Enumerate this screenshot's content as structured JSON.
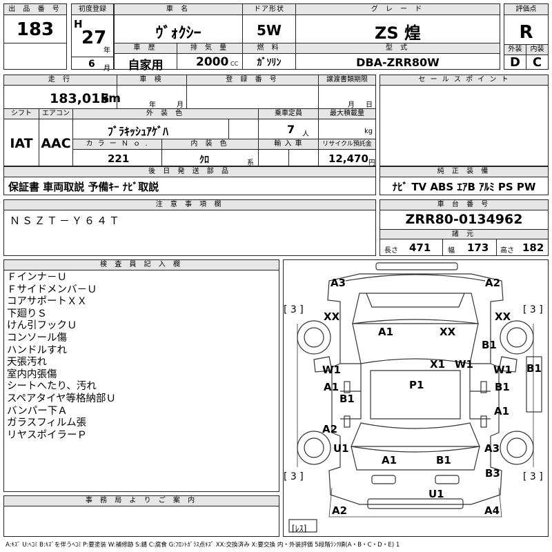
{
  "header": {
    "lot_label": "出 品 番 号",
    "lot_value": "183",
    "first_reg_label": "初度登録",
    "era": "H",
    "year": "27",
    "year_unit": "年",
    "month": "6",
    "month_unit": "月",
    "car_name_label": "車 名",
    "car_name": "ｳﾞｫｸｼｰ",
    "door_label": "ドア形状",
    "door": "5W",
    "grade_label": "グ レ ー ド",
    "grade": "ZS 煌",
    "score_label": "評価点",
    "score": "R",
    "history_label": "車 歴",
    "history": "自家用",
    "displacement_label": "排 気 量",
    "displacement": "2000",
    "displacement_unit": "CC",
    "fuel_label": "燃 料",
    "fuel": "ｶﾞｿﾘﾝ",
    "model_label": "型 式",
    "model": "DBA-ZRR80W",
    "exterior_label": "外装",
    "exterior": "D",
    "interior_label": "内装",
    "interior": "C"
  },
  "row2": {
    "mileage_label": "走 行",
    "mileage": "183,015",
    "mileage_unit": "km",
    "inspection_label": "車 検",
    "inspection_year": "年",
    "inspection_month": "月",
    "reg_no_label": "登 録 番 号",
    "transfer_label": "譲渡書類期限",
    "transfer_month": "月",
    "transfer_day": "日",
    "sales_label": "セ ー ル ス ポ イ ン ト",
    "shift_label": "シフト",
    "shift": "IAT",
    "ac_label": "エアコン",
    "ac": "AAC",
    "color_label": "外 装 色",
    "color": "ﾌﾞﾗｷｯｼｭｱｹﾞﾊ",
    "capacity_label": "乗車定員",
    "capacity": "7",
    "capacity_unit": "人",
    "load_label": "最大積載量",
    "load_unit": "kg",
    "color_no_label": "カ ラ ー Ｎ ｏ .",
    "color_no": "221",
    "int_color_label": "内 装 色",
    "int_color": "ｸﾛ",
    "int_color_unit": "系",
    "import_label": "輸 入 車",
    "recycle_label": "リサイクル預託金",
    "recycle": "12,470",
    "recycle_unit": "円"
  },
  "parts": {
    "label": "後 日 発 送 部 品",
    "value": "保証書 車両取説 予備ｷｰ ﾅﾋﾞ取説",
    "equip_label": "純 正 装 備",
    "equip_value": "ﾅﾋﾞ TV ABS ｴｱB ｱﾙﾐ PS PW"
  },
  "notes": {
    "label": "注 意 事 項 欄",
    "value": "ＮＳＺＴ－Ｙ６４Ｔ",
    "chassis_label": "車 台 番 号",
    "chassis": "ZRR80-0134962",
    "spec_label": "諸 元",
    "length_label": "長さ",
    "length": "471",
    "width_label": "幅",
    "width": "173",
    "height_label": "高さ",
    "height": "182"
  },
  "inspector": {
    "label": "検 査 員 記 入 欄",
    "lines": [
      "Ｆインナ－Ｕ",
      "Ｆサイドメンバ－Ｕ",
      "コアサポートＸＸ",
      "下廻りＳ",
      "けん引フックＵ",
      "コンソール傷",
      "ハンドルすれ",
      "天張汚れ",
      "室内内張傷",
      "シートへたり、汚れ",
      "スペアタイヤ等格納部Ｕ",
      "バンパー下Ａ",
      "ガラスフィルム張",
      "リヤスポイラーＰ"
    ]
  },
  "office": {
    "label": "事 務 局 よ り ご 案 内"
  },
  "diagram": {
    "marks": {
      "a3_top": "A3",
      "a2_top": "A2",
      "tire_fl": "[ 3 ]",
      "tire_fr": "[ 3 ]",
      "tire_rl": "[ 3 ]",
      "tire_rr": "[ 3 ]",
      "xx_left": "XX",
      "xx_right": "XX",
      "a1_hood": "A1",
      "xx_hood": "XX",
      "b1_fender_r": "B1",
      "x1": "X1",
      "w1_right": "W1",
      "w1_left": "W1",
      "w1_right_door": "W1",
      "b1_far_right": "B1",
      "a1_left_door": "A1",
      "b1_left_door": "B1",
      "p1": "P1",
      "b1_right_door": "B1",
      "a1_right_rear": "A1",
      "a2_left_rear": "A2",
      "u1_left": "U1",
      "a3_right": "A3",
      "a1_trunk": "A1",
      "b1_trunk": "B1",
      "b3_right": "B3",
      "u1_bottom": "U1",
      "a2_bottom": "A2",
      "a4_bottom": "A4",
      "spare": "[ﾚｽ]"
    }
  },
  "legend": "A:ｷｽﾞ U:ﾍｺﾐ B:ｷｽﾞを伴うﾍｺﾐ P:要塗装 W:補修跡 S:錆 C:腐食 G:ﾌﾛﾝﾄｶﾞﾗｽ点ｷｽﾞ XX:交換済み X:要交換 内・外装評価 5段階ﾗﾝｸ順(A・B・C・D・E) 1"
}
